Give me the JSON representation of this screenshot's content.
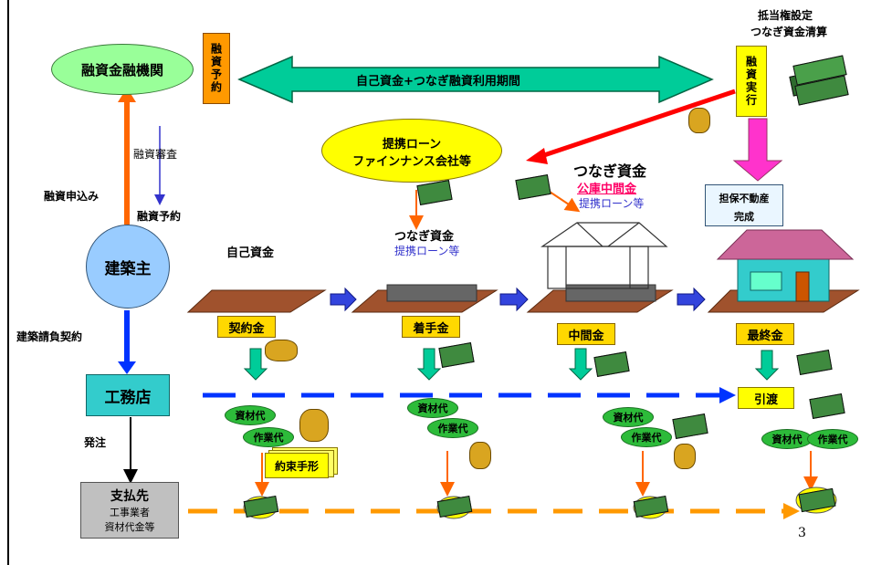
{
  "left_border_color": "#000000",
  "lender": {
    "label": "融資金融機関"
  },
  "loan_reservation_box": {
    "label": "融資予約"
  },
  "period_arrow": {
    "label": "自己資金+つなぎ融資利用期間"
  },
  "top_right": {
    "line1": "抵当権設定",
    "line2": "つなぎ資金清算"
  },
  "loan_execution_box": {
    "label": "融資実行"
  },
  "left_flow": {
    "review": "融資審査",
    "application": "融資申込み",
    "reservation": "融資予約",
    "contract": "建築請負契約",
    "order": "発注"
  },
  "owner": {
    "label": "建築主"
  },
  "builder": {
    "label": "工務店"
  },
  "payee": {
    "title": "支払先",
    "line2": "工事業者",
    "line3": "資材代金等"
  },
  "partner_loan_bubble": {
    "line1": "提携ローン",
    "line2": "ファインナンス会社等"
  },
  "stages": {
    "own_funds": "自己資金",
    "bridge1_title": "つなぎ資金",
    "bridge1_sub": "提携ローン等",
    "bridge2_title": "つなぎ資金",
    "bridge2_sub1": "公庫中間金",
    "bridge2_sub2": "提携ローン等",
    "collateral_line1": "担保不動産",
    "collateral_line2": "完成"
  },
  "payments": [
    "契約金",
    "着手金",
    "中間金",
    "最終金"
  ],
  "handover": "引渡",
  "costs": {
    "materials": "資材代",
    "labor": "作業代",
    "promissory_note": "約束手形"
  },
  "page_number": "3",
  "colors": {
    "lender_fill": "#99ff99",
    "owner_fill": "#99ccff",
    "builder_fill": "#33cccc",
    "orange": "#ff6600",
    "period_arrow_fill": "#00cc99",
    "yellow": "#ffff00",
    "pink_roof": "#cc6699",
    "house_wall": "#33cccc",
    "blue_dash": "#0033ff",
    "orange_dash": "#ff9900",
    "red_arrow": "#ff0000",
    "magenta_arrow": "#ff33cc",
    "link_red": "#ff0066",
    "partner_blue": "#3333cc"
  }
}
